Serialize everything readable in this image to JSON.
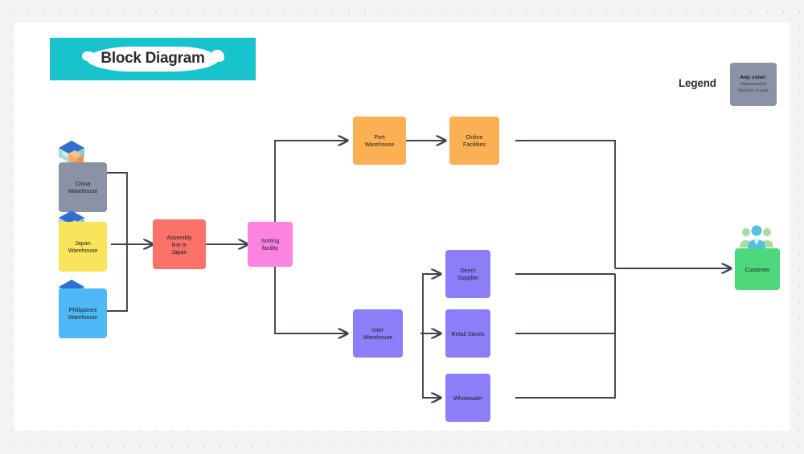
{
  "page": {
    "title": "Block Diagram",
    "background": "#ffffff",
    "canvas_background": "#f4f4f5"
  },
  "banner": {
    "label": "Block Diagram",
    "color": "#18c3cc",
    "highlight_color": "#ffffff"
  },
  "legend": {
    "label": "Legend",
    "swatch_color": "#8a93a5",
    "swatch_title": "Any color:",
    "swatch_description": "Represented function or part"
  },
  "nodes": [
    {
      "id": "china-warehouse",
      "label": "China\nWarehouse",
      "label_line1": "China",
      "label_line2": "Warehouse",
      "color": "#8a93a5",
      "icon": "warehouse-icon"
    },
    {
      "id": "japan-warehouse",
      "label": "Japan\nWarehouse",
      "label_line1": "Japan",
      "label_line2": "Warehouse",
      "color": "#f9e45b",
      "icon": "warehouse-icon"
    },
    {
      "id": "philippines-warehouse",
      "label": "Philippines\nWarehouse",
      "label_line1": "Philippines",
      "label_line2": "Warehouse",
      "color": "#4db8f5",
      "icon": "warehouse-icon"
    },
    {
      "id": "assembly-line",
      "label": "Assembly line in Japan",
      "label_line1": "Assembly",
      "label_line2": "line in",
      "label_line3": "Japan",
      "color": "#fa7268",
      "icon": null
    },
    {
      "id": "sorting-facility",
      "label": "Sorting facility",
      "label_line1": "Sorting",
      "label_line2": "facility",
      "color": "#fc83e0",
      "icon": null
    },
    {
      "id": "port-warehouse",
      "label": "Port Warehouse",
      "label_line1": "Port",
      "label_line2": "Warehouse",
      "color": "#fcb054",
      "icon": null
    },
    {
      "id": "online-facilities",
      "label": "Online Facilities",
      "label_line1": "Online",
      "label_line2": "Facilities",
      "color": "#fcb054",
      "icon": null
    },
    {
      "id": "inter-warehouse",
      "label": "Inter Warehouse",
      "label_line1": "Inter",
      "label_line2": "Warehouse",
      "color": "#8b7ef8",
      "icon": null
    },
    {
      "id": "direct-supplier",
      "label": "Direct Supplier",
      "label_line1": "Direct",
      "label_line2": "Supplier",
      "color": "#8b7ef8",
      "icon": null
    },
    {
      "id": "retail-stores",
      "label": "Retail Stores",
      "label_line1": "Retail Stores",
      "label_line2": "",
      "color": "#8b7ef8",
      "icon": null
    },
    {
      "id": "wholesaler",
      "label": "Wholesaler",
      "label_line1": "Wholesaler",
      "label_line2": "",
      "color": "#8b7ef8",
      "icon": null
    },
    {
      "id": "customer",
      "label": "Customer",
      "label_line1": "Customer",
      "label_line2": "",
      "color": "#4ed87c",
      "icon": "people-icon"
    }
  ],
  "connections": [
    {
      "from": "china-warehouse",
      "to": "assembly-line"
    },
    {
      "from": "japan-warehouse",
      "to": "assembly-line"
    },
    {
      "from": "philippines-warehouse",
      "to": "assembly-line"
    },
    {
      "from": "assembly-line",
      "to": "sorting-facility"
    },
    {
      "from": "sorting-facility",
      "to": "port-warehouse"
    },
    {
      "from": "sorting-facility",
      "to": "inter-warehouse"
    },
    {
      "from": "port-warehouse",
      "to": "online-facilities"
    },
    {
      "from": "inter-warehouse",
      "to": "direct-supplier"
    },
    {
      "from": "inter-warehouse",
      "to": "retail-stores"
    },
    {
      "from": "inter-warehouse",
      "to": "wholesaler"
    },
    {
      "from": "online-facilities",
      "to": "customer"
    },
    {
      "from": "direct-supplier",
      "to": "customer"
    },
    {
      "from": "retail-stores",
      "to": "customer"
    },
    {
      "from": "wholesaler",
      "to": "customer"
    }
  ],
  "connector_color": "#3d4451"
}
